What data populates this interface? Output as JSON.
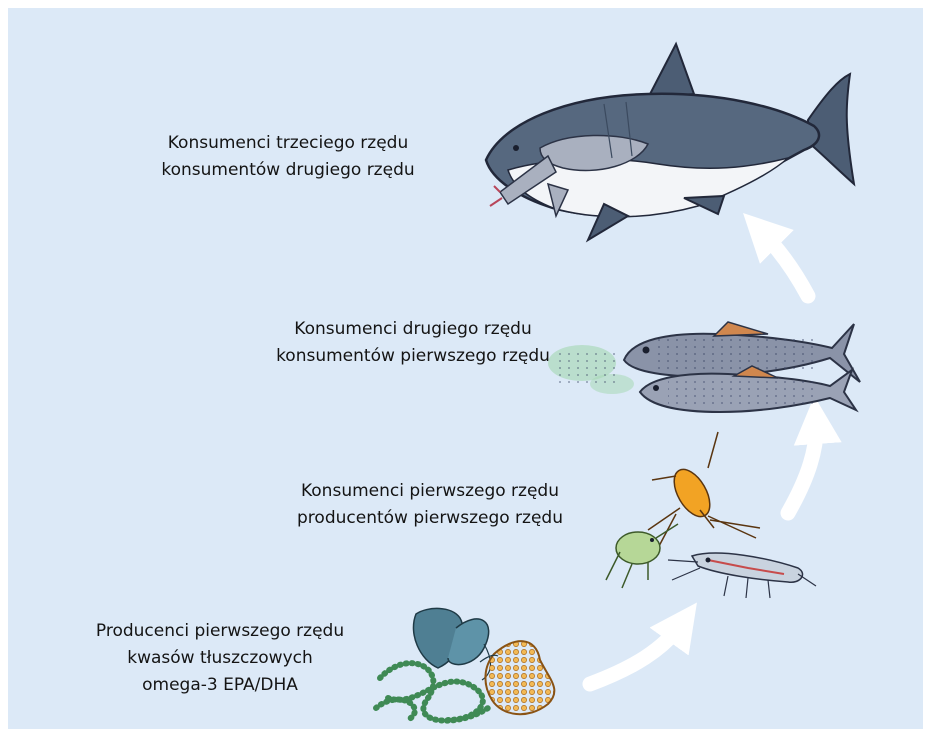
{
  "levels": [
    {
      "id": "tertiary",
      "line1": "Konsumenci trzeciego rzędu",
      "line2": "konsumentów drugiego rzędu",
      "line3": "",
      "icon": "shark-eating-fish-icon"
    },
    {
      "id": "secondary",
      "line1": "Konsumenci drugiego rzędu",
      "line2": "konsumentów pierwszego rzędu",
      "line3": "",
      "icon": "fish-eating-plankton-icon"
    },
    {
      "id": "primary",
      "line1": "Konsumenci pierwszego rzędu",
      "line2": "producentów pierwszego rzędu",
      "line3": "",
      "icon": "zooplankton-icon"
    },
    {
      "id": "producers",
      "line1": "Producenci pierwszego rzędu",
      "line2": "kwasów tłuszczowych",
      "line3": "omega-3 EPA/DHA",
      "icon": "phytoplankton-icon"
    }
  ],
  "arrows": [
    "arrow-producers-to-primary",
    "arrow-primary-to-secondary",
    "arrow-secondary-to-tertiary"
  ],
  "colors": {
    "background": "#dce9f7",
    "arrow": "#ffffff",
    "shark": "#56687f",
    "fish": "#8a93a8",
    "diatom": "#e8a53c"
  }
}
